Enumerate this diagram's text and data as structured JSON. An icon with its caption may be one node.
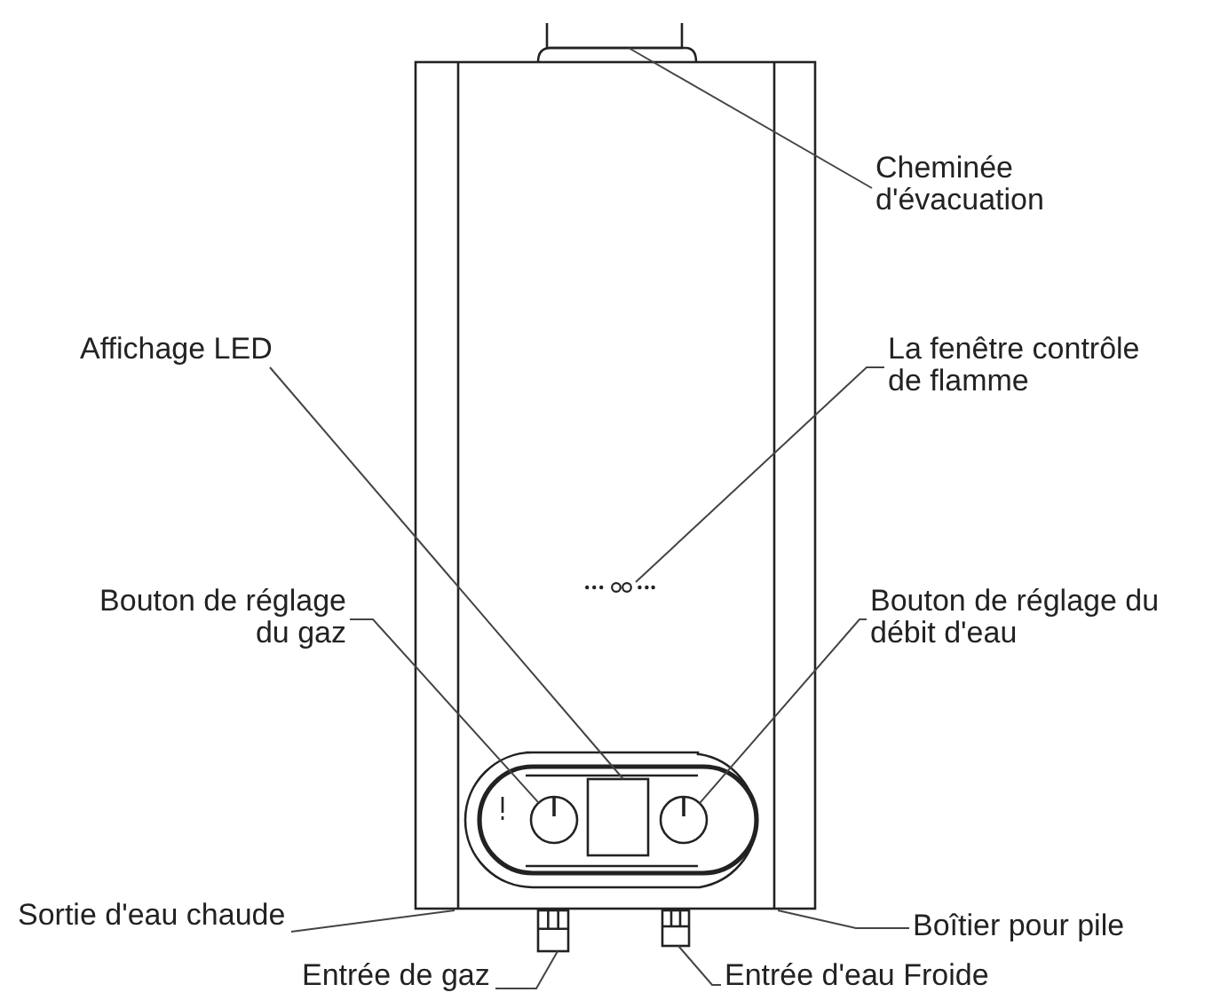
{
  "diagram": {
    "nodes": [
      {
        "text": [
          "Cheminée d'évacuation"
        ]
      },
      {
        "text": [
          "Affichage LED"
        ]
      },
      {
        "text": [
          "La fenêtre contrôle de flamme"
        ]
      },
      {
        "text": [
          "Bouton de réglage du gaz"
        ]
      },
      {
        "text": [
          "Bouton de réglage du débit d'eau"
        ]
      },
      {
        "text": [
          "Sortie d'eau chaude"
        ]
      },
      {
        "text": [
          "Boîtier pour pile"
        ]
      },
      {
        "text": [
          "Entrée de gaz"
        ]
      },
      {
        "text": [
          "Entrée d'eau Froide"
        ]
      },
      {
        "text": [],
        "shape": "cylinder"
      },
      {
        "text": [],
        "shape": "box"
      },
      {
        "text": [],
        "shape": "picture"
      },
      {
        "text": [],
        "shape": "circle"
      },
      {
        "text": [],
        "shape": "circle"
      },
      {
        "text": [],
        "shape": "cylinder"
      },
      {
        "text": [],
        "shape": "cylinder"
      }
    ],
    "edges": [
      {
        "from": 0,
        "to": 9,
        "arrow": "none"
      },
      {
        "from": 1,
        "to": 10,
        "arrow": "none"
      },
      {
        "from": 2,
        "to": 11,
        "arrow": "none"
      },
      {
        "from": 3,
        "to": 12,
        "arrow": "none"
      },
      {
        "from": 4,
        "to": 13,
        "arrow": "none"
      },
      {
        "from": 5,
        "to": null,
        "arrow": "none"
      },
      {
        "from": 6,
        "to": null,
        "arrow": "none"
      },
      {
        "from": 7,
        "to": 14,
        "arrow": "none"
      },
      {
        "from": 8,
        "to": 15,
        "arrow": "none"
      }
    ]
  }
}
